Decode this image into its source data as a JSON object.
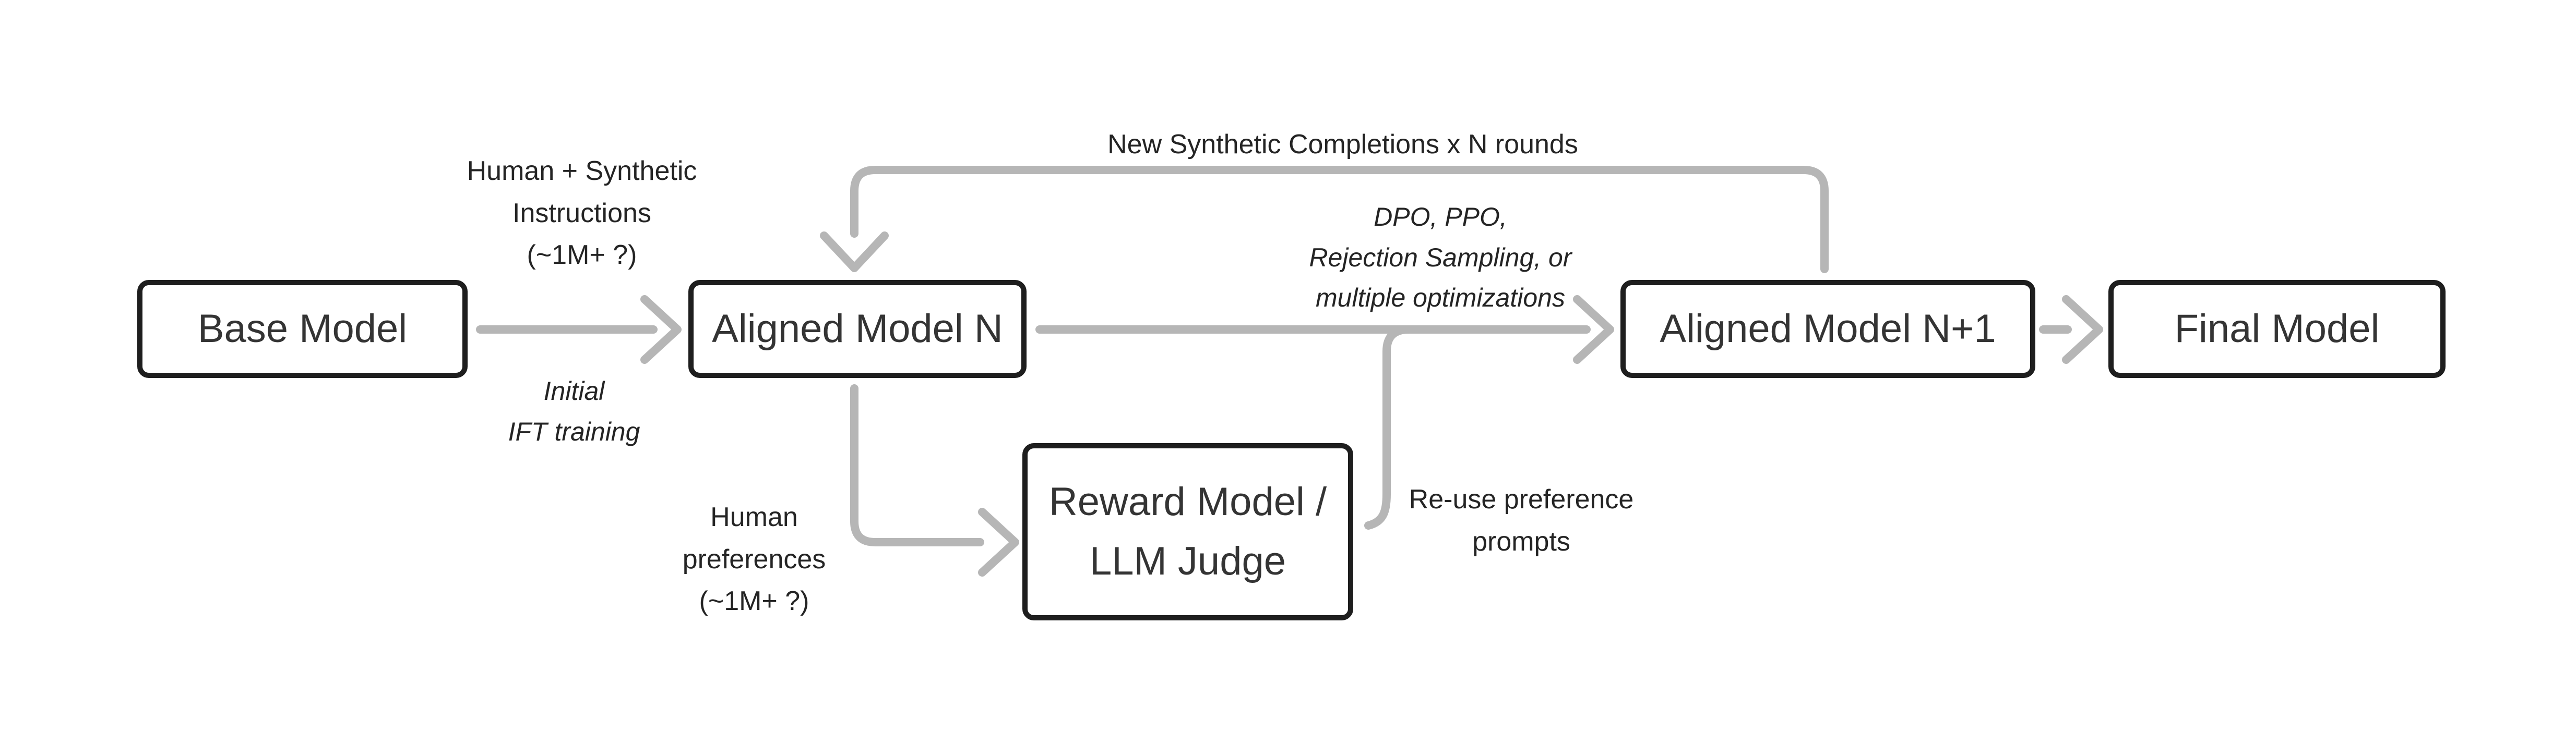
{
  "title": "Iterative model alignment flow diagram",
  "colors": {
    "background": "#ffffff",
    "node_border": "#1e1e1e",
    "node_text": "#343434",
    "label_text": "#242424",
    "arrow": "#b6b6b6"
  },
  "nodes": {
    "base_model": {
      "label": "Base Model"
    },
    "aligned_model_n": {
      "label": "Aligned Model N"
    },
    "aligned_model_n_plus_1": {
      "label": "Aligned Model N+1"
    },
    "final_model": {
      "label": "Final Model"
    },
    "reward_model": {
      "label": "Reward Model /\nLLM Judge"
    }
  },
  "edge_labels": {
    "loop_top": "New Synthetic Completions x N rounds",
    "instructions": "Human + Synthetic\nInstructions\n(~1M+ ?)",
    "initial_ift": "Initial\nIFT training",
    "optimizations": "DPO, PPO,\nRejection Sampling, or\nmultiple optimizations",
    "human_preferences": "Human\npreferences\n(~1M+ ?)",
    "reuse_prompts": "Re-use preference\nprompts"
  }
}
